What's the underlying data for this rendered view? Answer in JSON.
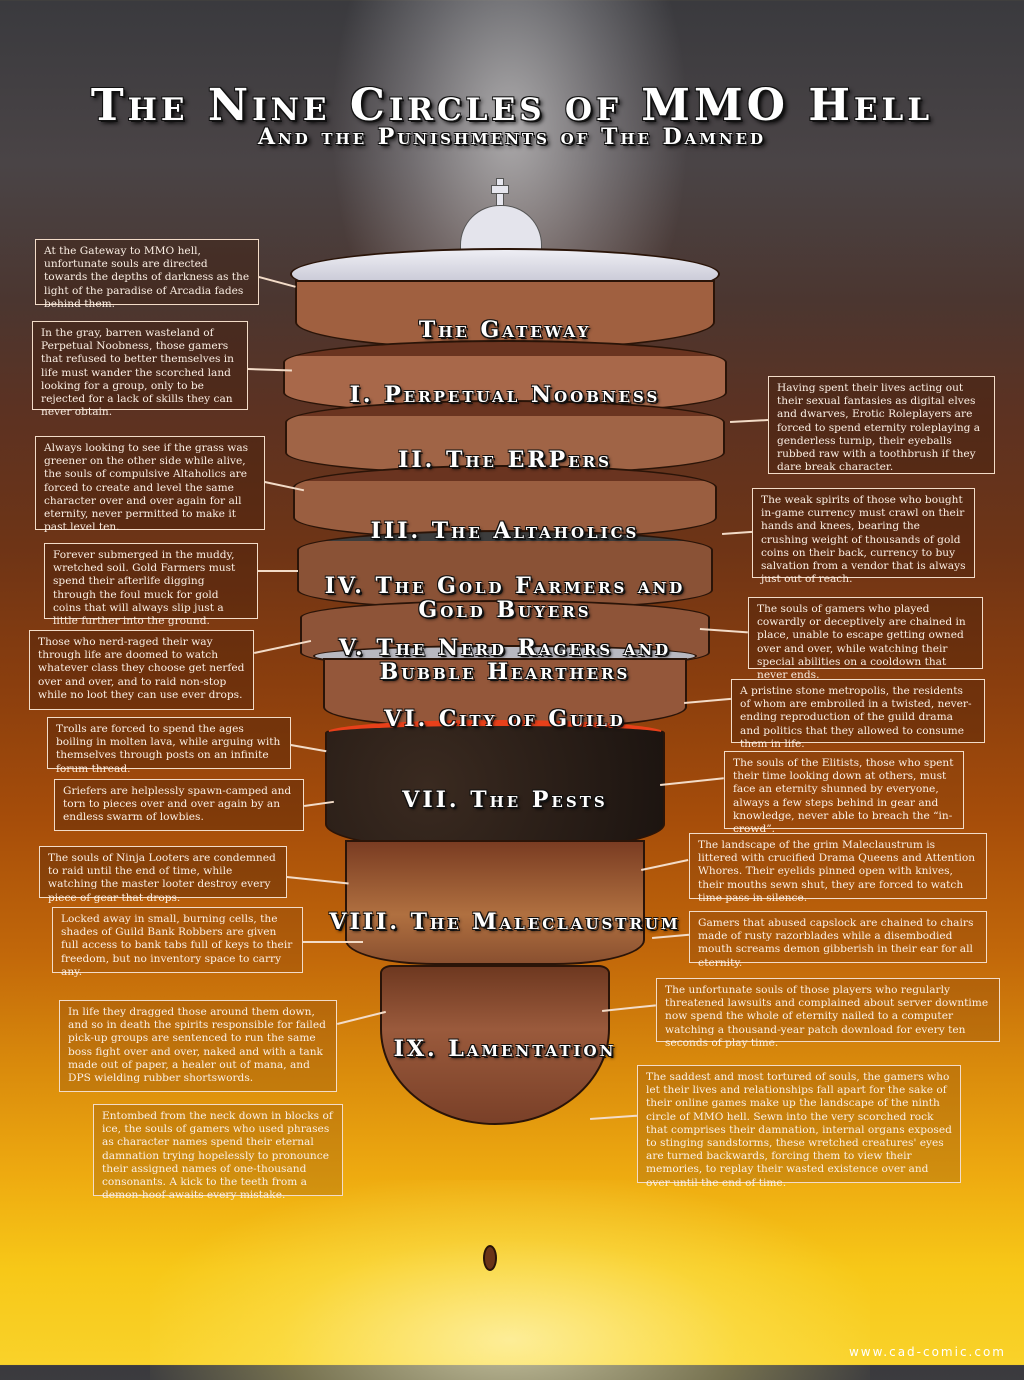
{
  "header": {
    "title": "The Nine Circles of MMO Hell",
    "subtitle": "And the Punishments of The Damned"
  },
  "circles": [
    {
      "label": "The Gateway"
    },
    {
      "label": "I. Perpetual Noobness"
    },
    {
      "label": "II. The ERPers"
    },
    {
      "label": "III. The Altaholics"
    },
    {
      "label": "IV. The Gold Farmers and Gold Buyers"
    },
    {
      "label": "V. The Nerd Ragers and Bubble Hearthers"
    },
    {
      "label": "VI. City of Guild"
    },
    {
      "label": "VII. The Pests"
    },
    {
      "label": "VIII. The Maleclaustrum"
    },
    {
      "label": "IX. Lamentation"
    }
  ],
  "left_notes": [
    "At the Gateway to MMO hell, unfortunate souls are directed towards the depths of darkness as the light of the paradise of Arcadia fades behind them.",
    "In the gray, barren wasteland of Perpetual Noobness, those gamers that refused to better themselves in life must wander the  scorched land looking for a group, only to be rejected for a lack of skills they can never obtain.",
    "Always looking to see if the grass was greener on the other side while alive, the souls of compulsive Altaholics are forced to create and level the same character over and over again for all eternity, never permitted to make it past level ten.",
    "Forever submerged in the muddy, wretched soil. Gold Farmers must spend their afterlife digging through the foul muck for gold coins that will always slip just a little further into the ground.",
    "Those who nerd-raged their way through life are doomed to watch whatever class they choose get nerfed over and over, and to raid non-stop while no loot they can use ever drops.",
    "Trolls are forced to spend the ages boiling in molten lava, while arguing with themselves through posts on an infinite forum thread.",
    "Griefers are helplessly spawn-camped and torn to pieces over and over again by an endless swarm of lowbies.",
    "The souls of Ninja Looters are condemned to raid until the end of time, while watching the master looter destroy every piece of gear that drops.",
    "Locked away in small, burning cells, the shades of Guild Bank Robbers are given full access to bank tabs full of keys to their freedom, but no inventory space to carry any.",
    "In life they dragged those around them down, and so in death the spirits responsible for failed pick-up groups are sentenced to run the same boss fight over and over, naked and with a tank made out of paper, a healer out of mana, and DPS wielding rubber shortswords.",
    "Entombed from the neck down in blocks of ice, the souls of gamers who used phrases as character names spend their eternal damnation trying hopelessly to pronounce their assigned names of one-thousand consonants. A kick to the teeth from a demon-hoof awaits every mistake."
  ],
  "right_notes": [
    "Having spent their lives acting out their sexual fantasies as digital elves and dwarves, Erotic Roleplayers are forced to spend eternity roleplaying a genderless turnip, their eyeballs rubbed raw with a toothbrush if they dare break character.",
    "The weak spirits of those who bought in-game currency must crawl on their hands and knees, bearing the crushing weight of thousands of gold coins on their back, currency to buy salvation from a vendor that is always just out of reach.",
    "The souls of gamers who played cowardly or deceptively are chained in place, unable to escape getting owned over and over, while watching their special abilities on a cooldown that never ends.",
    "A pristine stone metropolis, the residents of whom are embroiled in a twisted, never-ending reproduction of the guild drama and politics that they allowed to consume them in life.",
    "The souls of the Elitists, those who spent their time looking down at others, must face an eternity shunned by everyone, always a few steps behind in gear and knowledge, never able to breach the “in-crowd”.",
    "The landscape of the grim Maleclaustrum is littered with crucified Drama Queens and Attention Whores. Their eyelids pinned open with knives, their mouths sewn shut, they are forced to watch time pass in silence.",
    "Gamers that abused capslock are chained to chairs made of rusty razorblades while a disembodied mouth screams demon gibberish in their ear for all eternity.",
    "The unfortunate souls of those players who regularly threatened lawsuits and complained about server downtime now spend the whole of eternity nailed to a computer watching a thousand-year patch download for every ten seconds of play time.",
    "The saddest and most tortured of souls, the gamers who let their lives and relationships fall apart for the sake of their online games make up the landscape of the ninth circle of MMO hell. Sewn into the very scorched rock that comprises their damnation, internal organs exposed to stinging sandstorms, these wretched creatures' eyes are turned backwards, forcing them to view their memories, to replay their wasted existence over and over until the end of time."
  ],
  "footer": {
    "website": "www.cad-comic.com"
  },
  "colors": {
    "sky_top": "#3a3a3e",
    "mid_orange": "#a64d0a",
    "bottom_yellow": "#f9d22a",
    "earth": "#9a5a38",
    "earth_dark": "#5e2e18",
    "lava": "#e8401a",
    "rock_dark": "#2a2a2a",
    "cloud": "#c8c8d4",
    "box_border": "#f3dcc8"
  }
}
